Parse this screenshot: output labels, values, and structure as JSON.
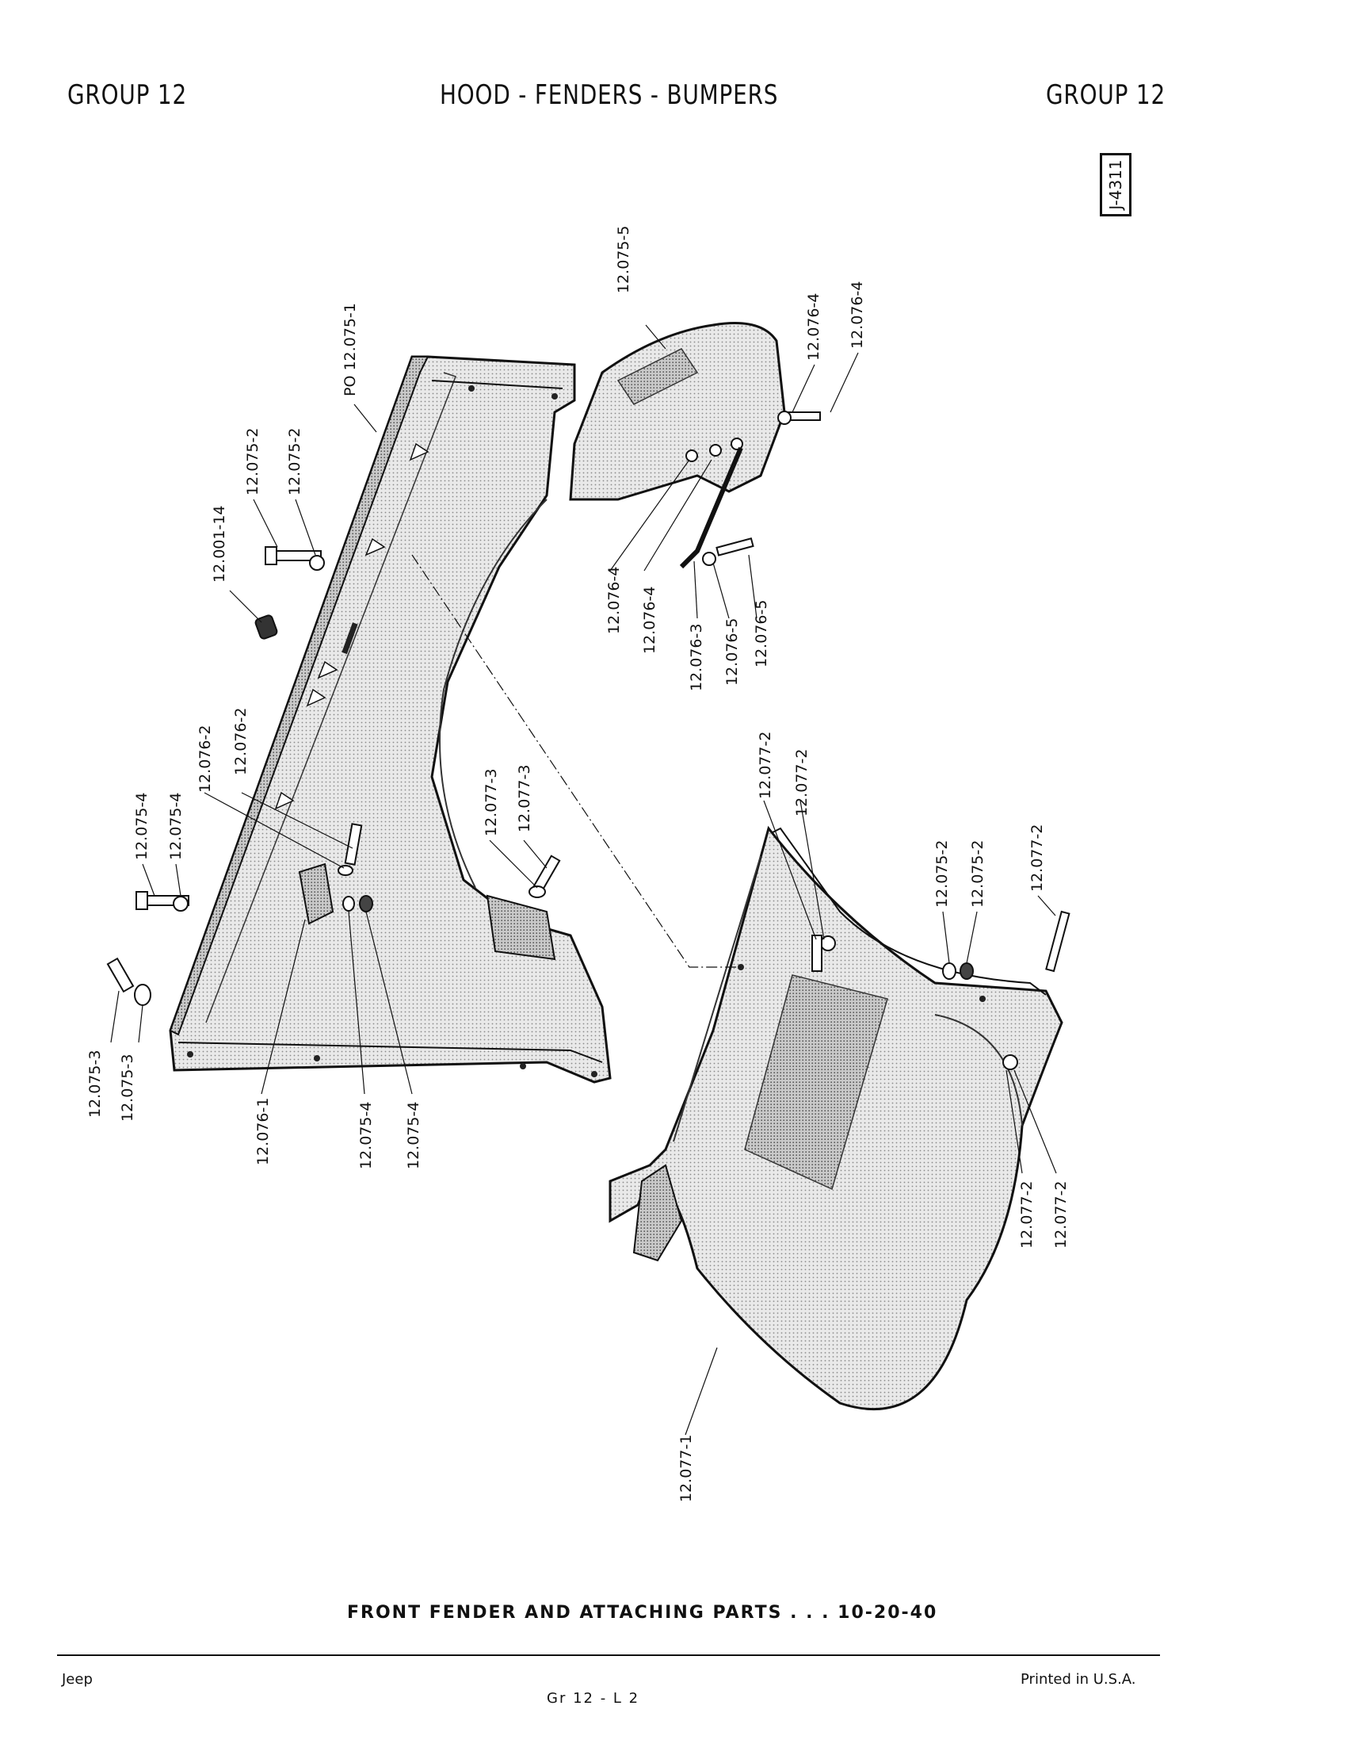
{
  "header": {
    "group_left": "GROUP 12",
    "title": "HOOD - FENDERS - BUMPERS",
    "group_right": "GROUP 12"
  },
  "doc_code": "J-4311",
  "callouts": [
    "12.075-5",
    "PO 12.075-1",
    "12.076-4",
    "12.076-4",
    "12.075-2",
    "12.075-2",
    "12.001-14",
    "12.076-4",
    "12.076-4",
    "12.076-3",
    "12.076-5",
    "12.076-5",
    "12.076-2",
    "12.076-2",
    "12.075-4",
    "12.075-4",
    "12.077-3",
    "12.077-3",
    "12.077-2",
    "12.077-2",
    "12.075-2",
    "12.075-2",
    "12.077-2",
    "12.075-3",
    "12.075-3",
    "12.076-1",
    "12.075-4",
    "12.075-4",
    "12.077-2",
    "12.077-2",
    "12.077-1"
  ],
  "caption": "FRONT FENDER AND ATTACHING PARTS . . . 10-20-40",
  "footer": {
    "left": "Jeep",
    "center": "Gr 12 - L 2",
    "right": "Printed in U.S.A."
  }
}
